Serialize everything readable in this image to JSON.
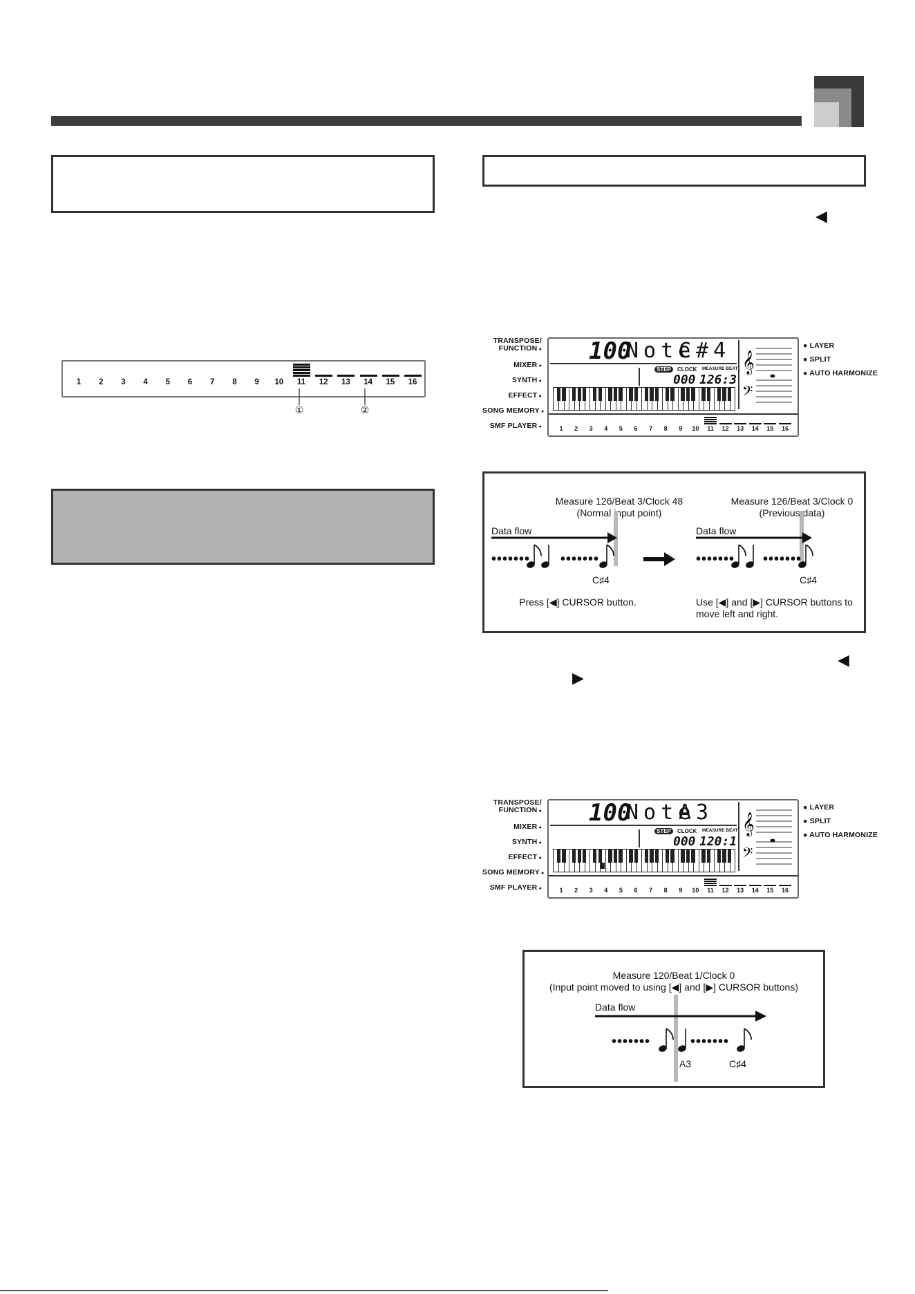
{
  "top_dots": "• • • • • • • • • • • • • • • • • • • • • • • • • • • • • • • • • • • • •",
  "bottom_dots": "• • • • • • • • • • • • • • • • • • • • • • • •",
  "channel_strip": {
    "numbers": [
      "1",
      "2",
      "3",
      "4",
      "5",
      "6",
      "7",
      "8",
      "9",
      "10",
      "11",
      "12",
      "13",
      "14",
      "15",
      "16"
    ],
    "callout_1": "①",
    "callout_2": "②"
  },
  "lcd": {
    "left_labels": [
      "TRANSPOSE/\nFUNCTION",
      "MIXER",
      "SYNTH",
      "EFFECT",
      "SONG MEMORY",
      "SMF PLAYER"
    ],
    "right_labels": [
      "LAYER",
      "SPLIT",
      "AUTO HARMONIZE"
    ],
    "step_badge": "STEP",
    "clock_label": "CLOCK",
    "measure_beat_label": "MEASURE BEAT",
    "tempo": "100",
    "word": "Note",
    "channel_numbers": [
      "1",
      "2",
      "3",
      "4",
      "5",
      "6",
      "7",
      "8",
      "9",
      "10",
      "11",
      "12",
      "13",
      "14",
      "15",
      "16"
    ],
    "display1": {
      "note": "C#4",
      "zero": "000",
      "measure": "126",
      "beat": "3"
    },
    "display2": {
      "note": "A3",
      "zero": "000",
      "measure": "120",
      "beat": "1"
    }
  },
  "diagram1": {
    "left_title": "Measure 126/Beat 3/Clock 48",
    "left_subtitle": "(Normal input point)",
    "right_title": "Measure 126/Beat 3/Clock 0",
    "right_subtitle": "(Previous data)",
    "data_flow": "Data flow",
    "note_left": "C♯4",
    "note_right": "C♯4",
    "caption_left": "Press [◀] CURSOR button.",
    "caption_right_1": "Use [◀] and [▶] CURSOR buttons to",
    "caption_right_2": "move left and right."
  },
  "diagram2": {
    "title": "Measure 120/Beat 1/Clock 0",
    "subtitle": "(Input point moved to using [◀] and [▶] CURSOR buttons)",
    "data_flow": "Data flow",
    "note_a": "A3",
    "note_b": "C♯4"
  },
  "cursor_left": "◀",
  "cursor_right": "▶"
}
